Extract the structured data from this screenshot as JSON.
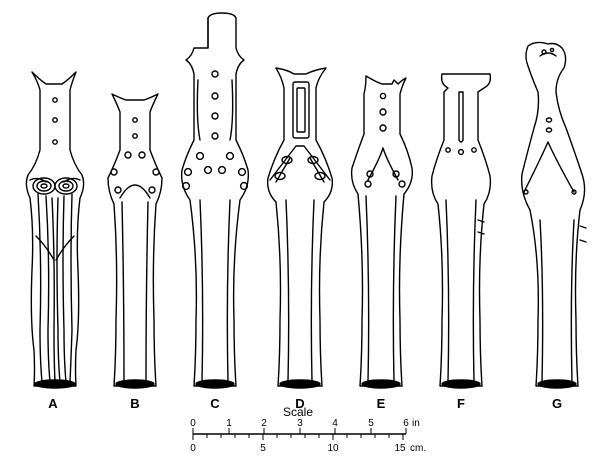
{
  "figure": {
    "objects": [
      {
        "label": "A"
      },
      {
        "label": "B"
      },
      {
        "label": "C"
      },
      {
        "label": "D"
      },
      {
        "label": "E"
      },
      {
        "label": "F"
      },
      {
        "label": "G"
      }
    ],
    "scale": {
      "title": "Scale",
      "inches": {
        "ticks": [
          "0",
          "1",
          "2",
          "3",
          "4",
          "5",
          "6"
        ],
        "unit": "in"
      },
      "cm": {
        "ticks": [
          "0",
          "5",
          "10",
          "15"
        ],
        "unit": "cm."
      }
    }
  }
}
